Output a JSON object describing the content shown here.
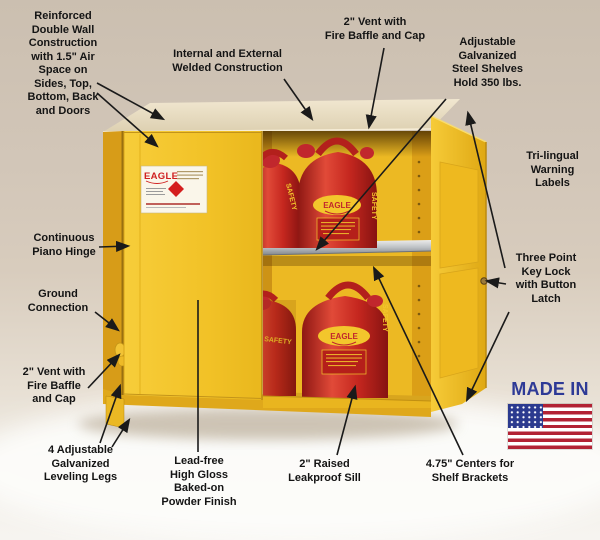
{
  "callouts": {
    "reinforced": "Reinforced\nDouble Wall\nConstruction\nwith 1.5\" Air\nSpace on\nSides, Top,\nBottom, Back\nand Doors",
    "welded": "Internal and External\nWelded Construction",
    "vent_top": "2\" Vent with\nFire Baffle and Cap",
    "shelves": "Adjustable\nGalvanized\nSteel Shelves\nHold 350 lbs.",
    "trilingual": "Tri-lingual\nWarning\nLabels",
    "lock": "Three Point\nKey Lock\nwith Button\nLatch",
    "hinge": "Continuous\nPiano Hinge",
    "ground": "Ground\nConnection",
    "vent_left": "2\" Vent with\nFire Baffle\nand Cap",
    "legs": "4 Adjustable\nGalvanized\nLeveling Legs",
    "finish": "Lead-free\nHigh Gloss\nBaked-on\nPowder Finish",
    "sill": "2\" Raised\nLeakproof Sill",
    "centers": "4.75\" Centers for\nShelf Brackets"
  },
  "made_in": {
    "text": "MADE IN"
  },
  "illustration": {
    "door_label_brand": "EAGLE",
    "can_brand": "EAGLE",
    "can_side_text": "SAFETY",
    "can_front_text": "SAFETY"
  },
  "colors": {
    "background": "#d2c6b8",
    "cabinet_yellow": "#f2c02a",
    "can_red": "#c1272d",
    "made_in_blue": "#2e3a96",
    "flag_red": "#b22234",
    "flag_blue": "#2b3a8f",
    "arrow_black": "#1a1a1a"
  }
}
